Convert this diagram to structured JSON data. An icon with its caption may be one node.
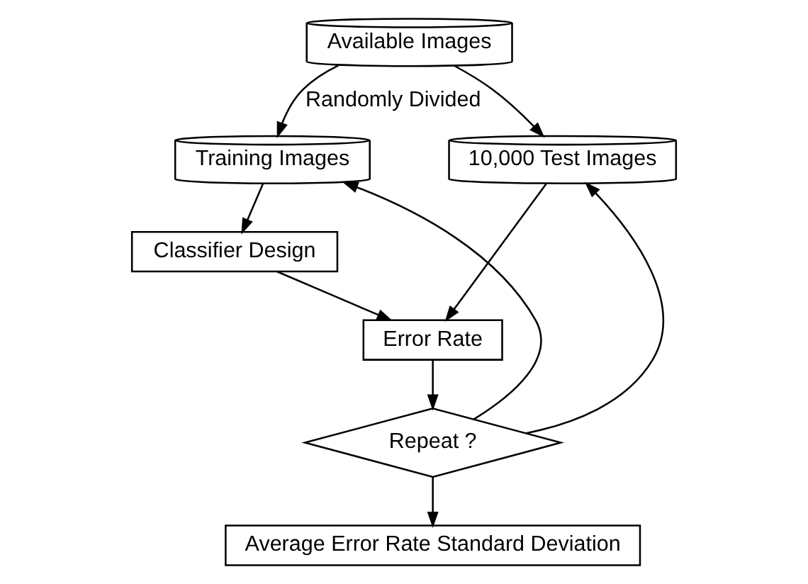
{
  "diagram": {
    "nodes": [
      {
        "text": [
          "Available Images"
        ]
      },
      {
        "text": [
          "Training Images"
        ]
      },
      {
        "text": [
          "10,000 Test Images"
        ]
      },
      {
        "text": [
          "Classifier Design"
        ]
      },
      {
        "text": [
          "Error Rate"
        ]
      },
      {
        "text": [
          "Repeat ?"
        ]
      },
      {
        "text": [
          "Average Error Rate Standard Deviation"
        ]
      }
    ],
    "edges": [
      {
        "from": 0,
        "to": 1,
        "arrow": "to",
        "label": "Randomly Divided"
      },
      {
        "from": 0,
        "to": 2,
        "arrow": "to"
      },
      {
        "from": 1,
        "to": 3,
        "arrow": "to"
      },
      {
        "from": 3,
        "to": 4,
        "arrow": "to"
      },
      {
        "from": 2,
        "to": 4,
        "arrow": "to"
      },
      {
        "from": 4,
        "to": 5,
        "arrow": "to"
      },
      {
        "from": 5,
        "to": 6,
        "arrow": "to"
      },
      {
        "from": 5,
        "to": 1,
        "arrow": "to"
      },
      {
        "from": 5,
        "to": 2,
        "arrow": "to"
      }
    ]
  }
}
